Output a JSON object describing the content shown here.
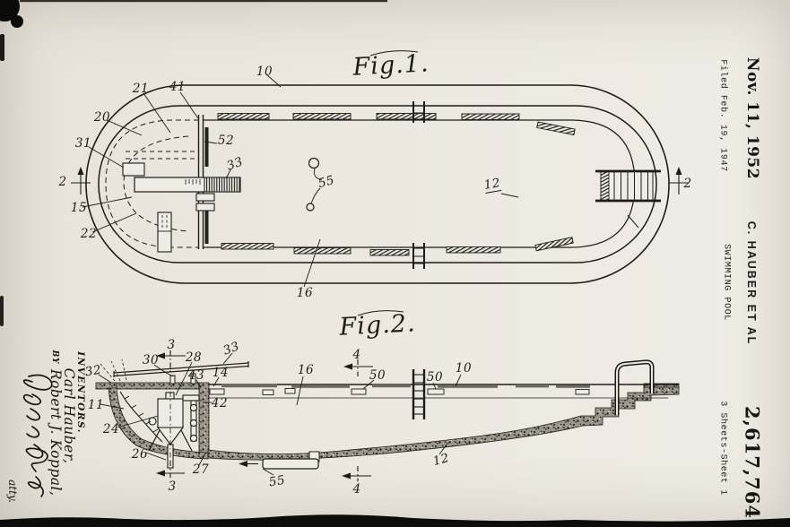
{
  "page": {
    "paper_color": "#ece8e0",
    "ink_color": "#1d1c19",
    "document_type": "patent drawing sheet"
  },
  "header": {
    "date": "Nov. 11, 1952",
    "filed": "Filed Feb. 19, 1947",
    "inventor_line": "C. HAUBER ET AL",
    "invention_title": "SWIMMING POOL",
    "patent_number": "2,617,764",
    "sheet_info": "3 Sheets-Sheet 1"
  },
  "figures": {
    "fig1": {
      "caption": "Fig.1."
    },
    "fig2": {
      "caption": "Fig.2."
    }
  },
  "ref_labels": {
    "f1_10": "10",
    "f1_21": "21",
    "f1_41": "41",
    "f1_20": "20",
    "f1_31": "31",
    "f1_2_left": "2",
    "f1_15": "15",
    "f1_22": "22",
    "f1_52": "52",
    "f1_33": "33",
    "f1_55": "55",
    "f1_12": "12",
    "f1_16": "16",
    "f1_2_right": "2",
    "f2_32": "32",
    "f2_30": "30",
    "f2_3_top": "3",
    "f2_28": "28",
    "f2_33": "33",
    "f2_43": "43",
    "f2_14": "14",
    "f2_42": "42",
    "f2_11": "11",
    "f2_24": "24",
    "f2_26": "26",
    "f2_3_bottom": "3",
    "f2_27": "27",
    "f2_55": "55",
    "f2_4_bottom": "4",
    "f2_12": "12",
    "f2_16": "16",
    "f2_4_top": "4",
    "f2_50_left": "50",
    "f2_50_right": "50",
    "f2_10": "10"
  },
  "signature_block": {
    "inventors_heading": "INVENTORS.",
    "inventor_1": "Carl Hauber,",
    "by_prefix": "BY",
    "inventor_2": "Robert J. Koppal,",
    "attorney_note": "atty."
  }
}
